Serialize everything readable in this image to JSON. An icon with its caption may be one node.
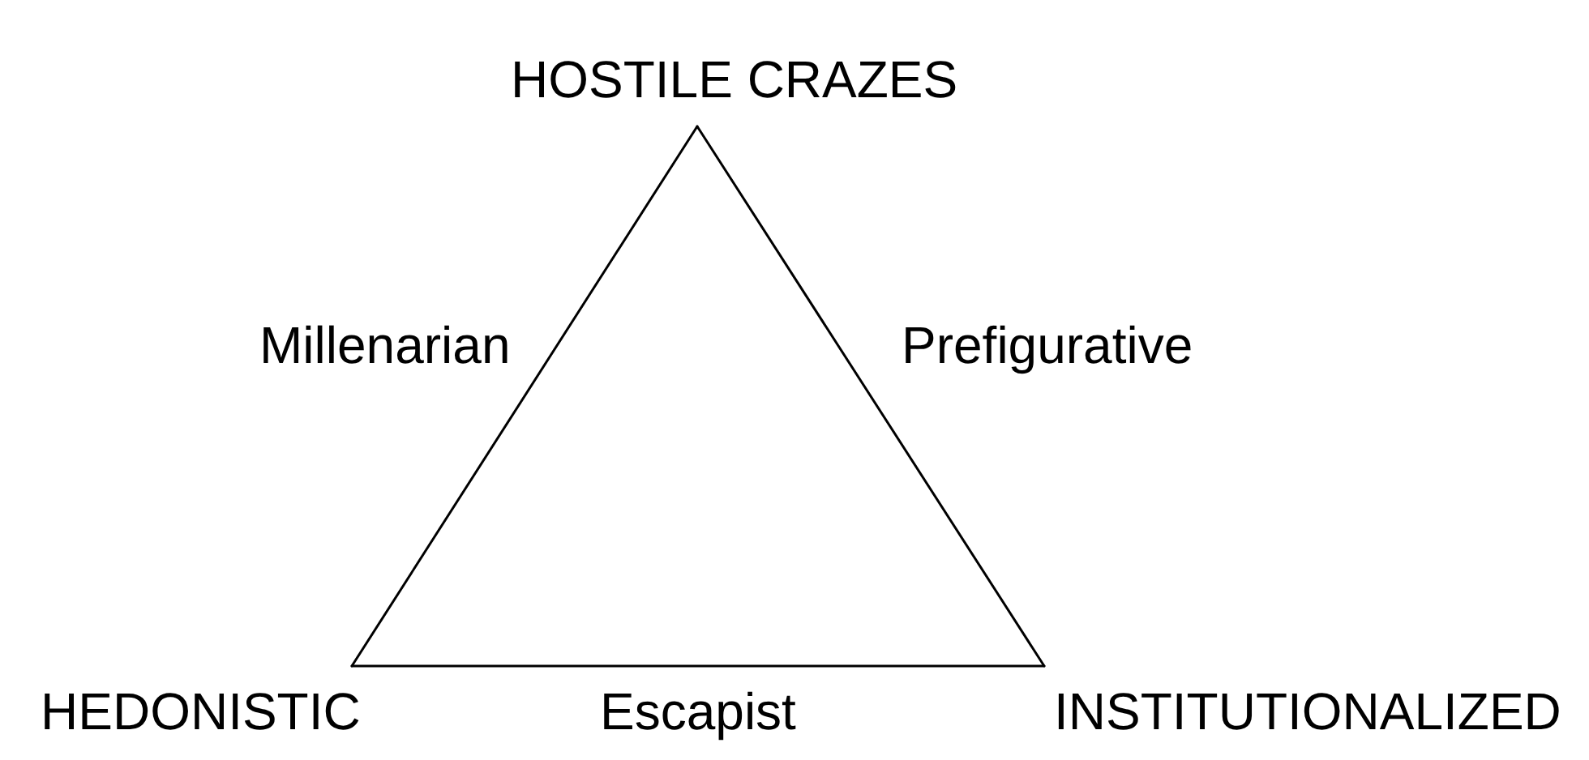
{
  "diagram": {
    "nodes": [
      {
        "text": [
          "HOSTILE CRAZES"
        ]
      },
      {
        "text": [
          "HEDONISTIC"
        ]
      },
      {
        "text": [
          "INSTITUTIONALIZED"
        ]
      }
    ],
    "edges": [
      {
        "from": 0,
        "to": 1,
        "arrow": "none",
        "label": "Millenarian"
      },
      {
        "from": 0,
        "to": 2,
        "arrow": "none",
        "label": "Prefigurative"
      },
      {
        "from": 1,
        "to": 2,
        "arrow": "none",
        "label": "Escapist"
      }
    ]
  }
}
